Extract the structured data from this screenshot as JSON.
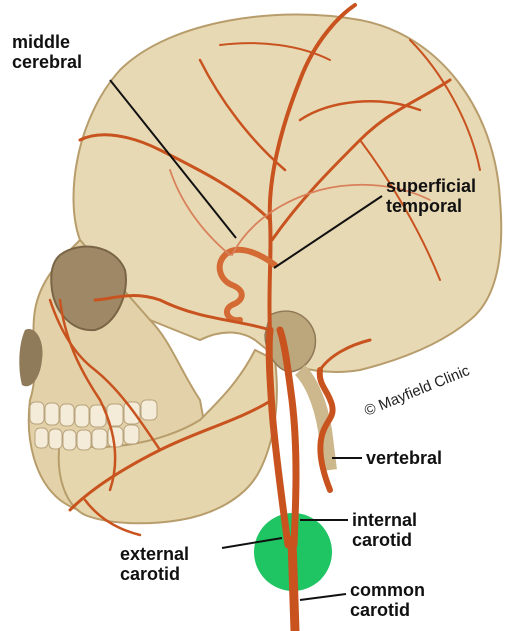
{
  "labels": {
    "middle_cerebral": {
      "line1": "middle",
      "line2": "cerebral"
    },
    "superficial_temporal": {
      "line1": "superficial",
      "line2": "temporal"
    },
    "vertebral": {
      "line1": "vertebral"
    },
    "internal_carotid": {
      "line1": "internal",
      "line2": "carotid"
    },
    "external_carotid": {
      "line1": "external",
      "line2": "carotid"
    },
    "common_carotid": {
      "line1": "common",
      "line2": "carotid"
    }
  },
  "credit": "© Mayfield Clinic",
  "colors": {
    "skull": "#e8d9b5",
    "skull_shadow": "#cdb88e",
    "artery": "#c8531f",
    "artery_dark": "#a8400f",
    "highlight": "#1fc463",
    "leader_line": "#111111"
  }
}
